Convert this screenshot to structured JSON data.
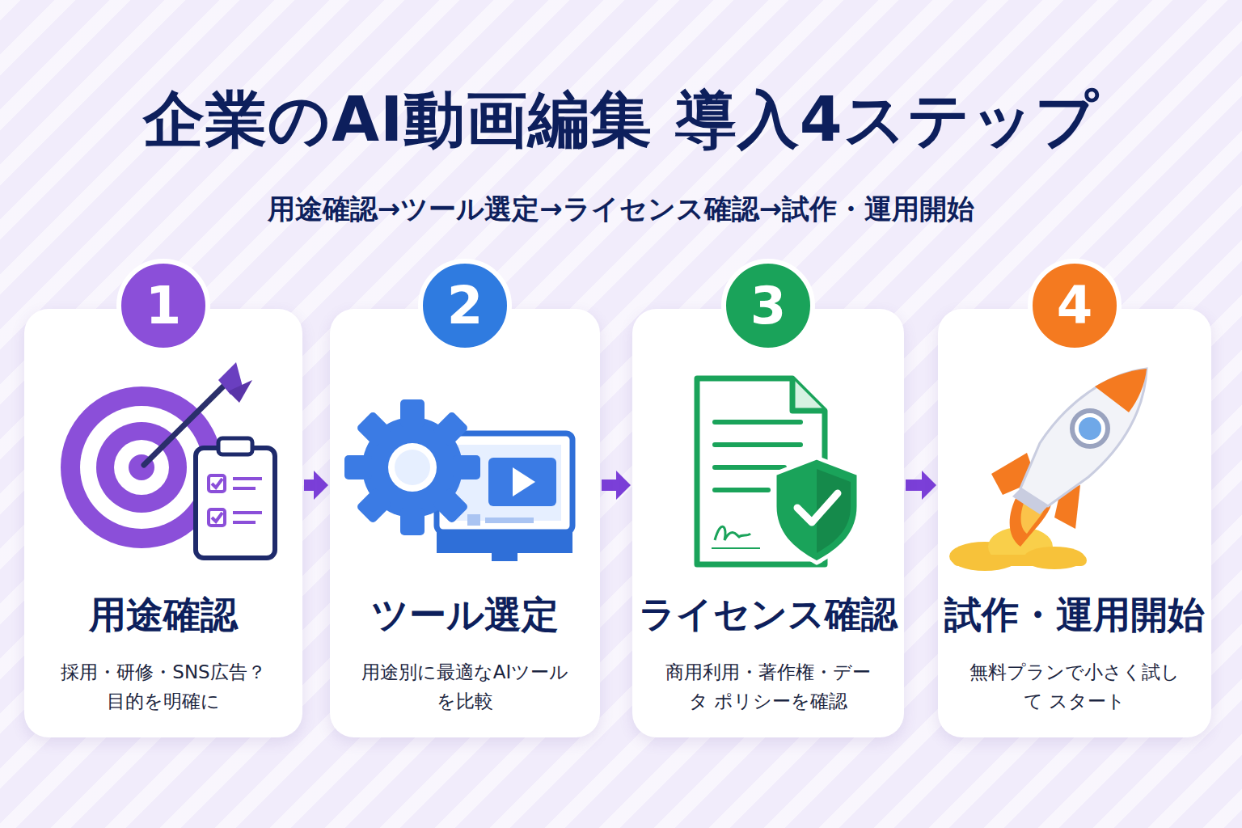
{
  "diagram": {
    "title": "企業のAI動画編集 導入4ステップ",
    "nodes": [
      {
        "text": [
          "用途確認",
          "採用・研修・SNS広告？ 目的を明確に"
        ]
      },
      {
        "text": [
          "1"
        ],
        "in": 0
      },
      {
        "text": [
          "ツール選定",
          "用途別に最適なAIツールを比較"
        ]
      },
      {
        "text": [
          "2"
        ],
        "in": 2
      },
      {
        "text": [
          "ライセンス確認",
          "商用利用・著作権・データ ポリシーを確認"
        ]
      },
      {
        "text": [
          "3"
        ],
        "in": 4
      },
      {
        "text": [
          "試作・運用開始",
          "無料プランで小さく試して スタート"
        ]
      },
      {
        "text": [
          "4"
        ],
        "in": 6
      }
    ],
    "edges": [
      {
        "from": 0,
        "to": 2,
        "arrow": "to"
      },
      {
        "from": 2,
        "to": 4,
        "arrow": "to"
      },
      {
        "from": 4,
        "to": 6,
        "arrow": "to"
      }
    ],
    "labels": [
      "用途確認→ツール選定→ライセンス確認→試作・運用開始"
    ]
  }
}
